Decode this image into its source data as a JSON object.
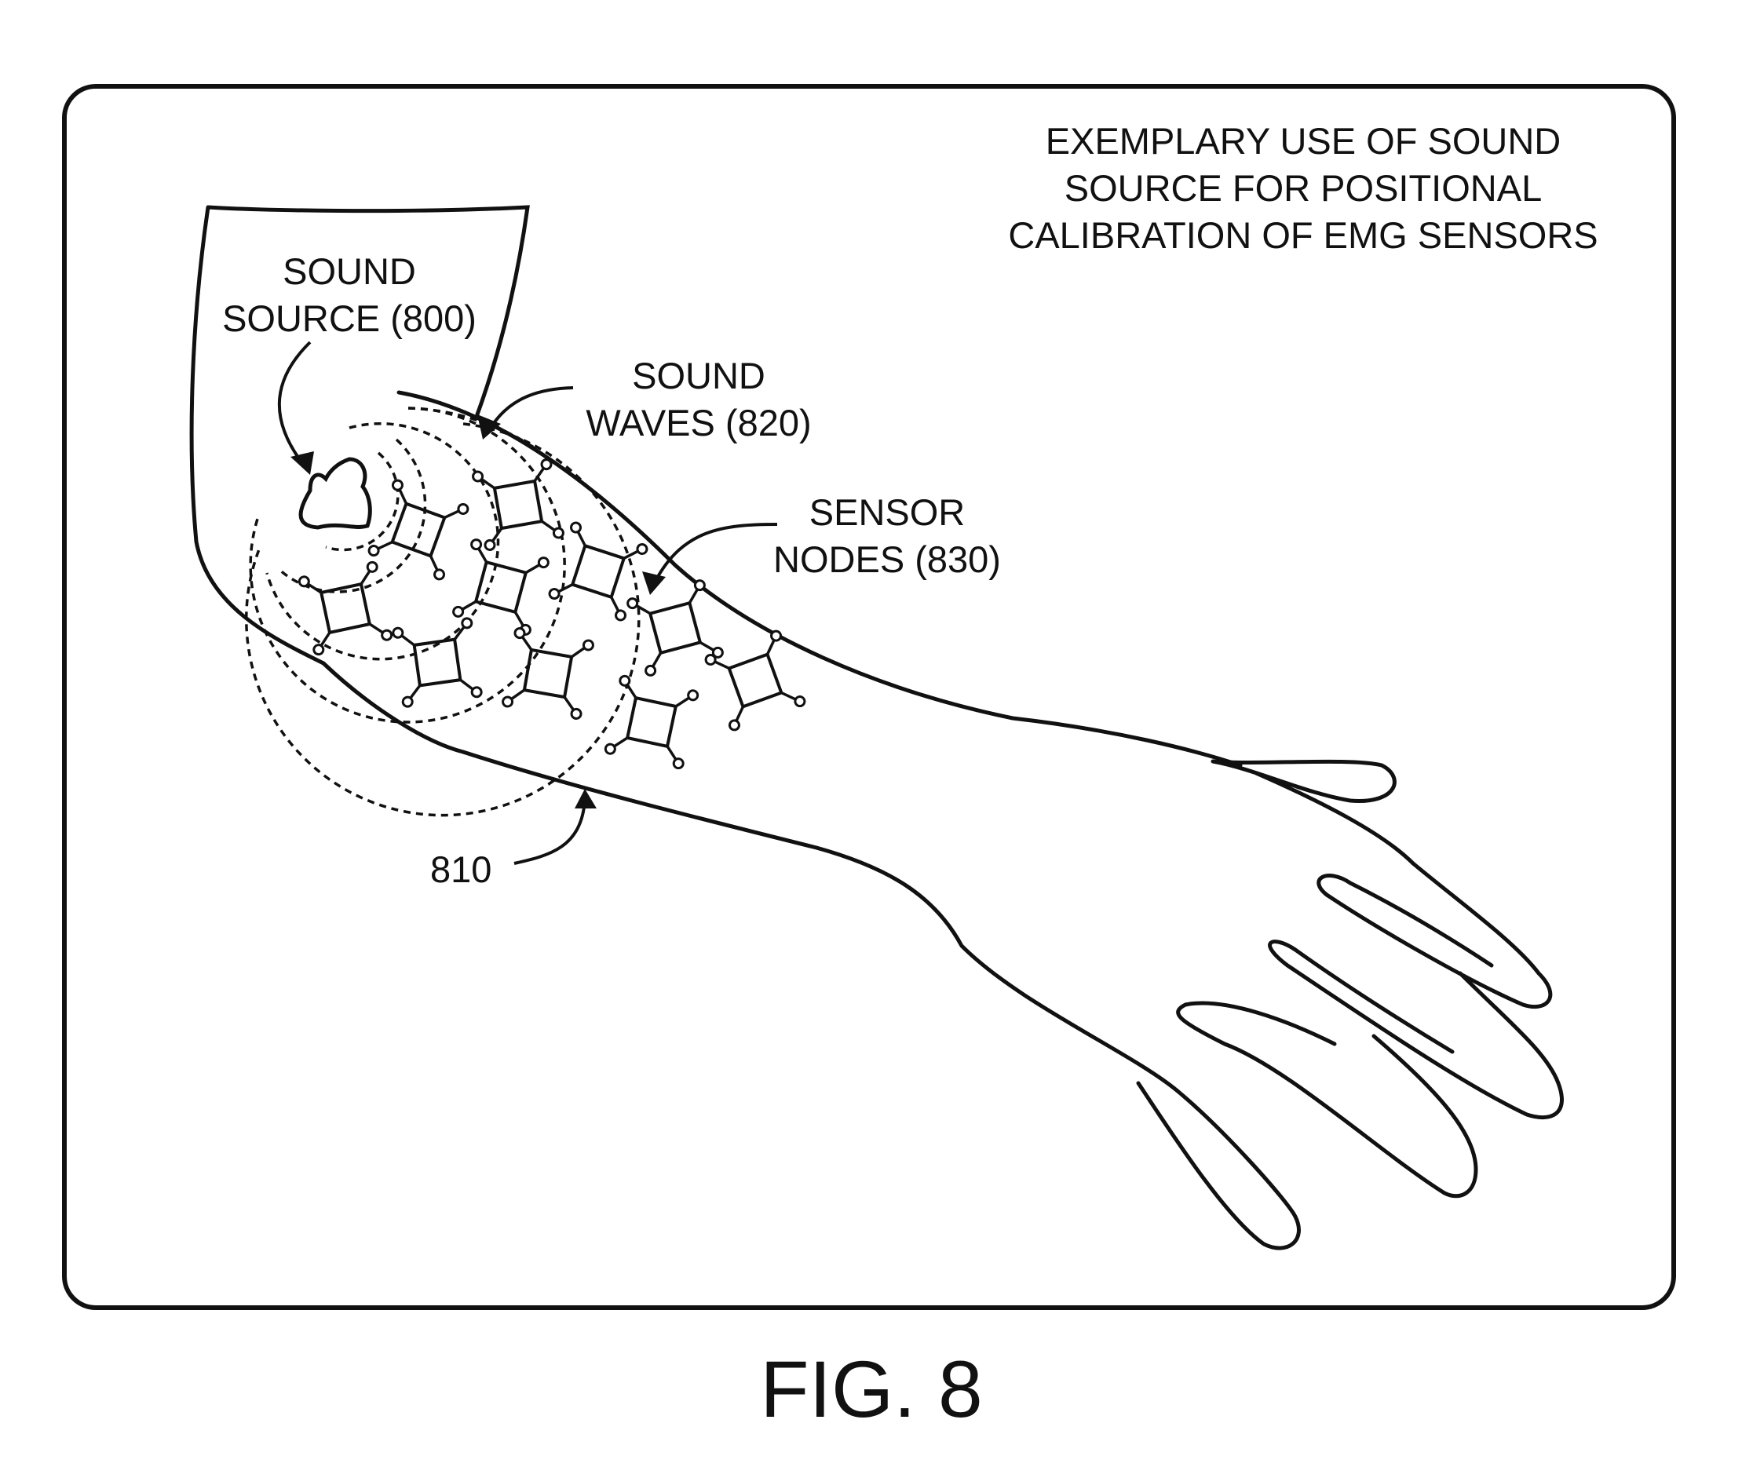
{
  "figure": {
    "title_lines": [
      "EXEMPLARY USE OF SOUND",
      "SOURCE FOR POSITIONAL",
      "CALIBRATION OF EMG SENSORS"
    ],
    "figure_number": "FIG. 8",
    "colors": {
      "line": "#111111",
      "background": "#ffffff"
    }
  },
  "labels": {
    "sound_source": [
      "SOUND",
      "SOURCE (800)"
    ],
    "sound_waves": [
      "SOUND",
      "WAVES (820)"
    ],
    "sensor_nodes": [
      "SENSOR",
      "NODES (830)"
    ],
    "arm_ref": "810"
  }
}
